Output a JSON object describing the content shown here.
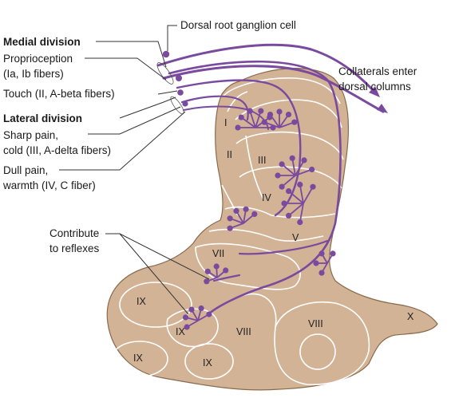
{
  "labels": {
    "drg": "Dorsal root ganglion cell",
    "medial_division": "Medial division",
    "proprioception_1": "Proprioception",
    "proprioception_2": "(Ia, Ib fibers)",
    "touch": "Touch (II, A-beta fibers)",
    "lateral_division": "Lateral division",
    "sharp_pain_1": "Sharp pain,",
    "sharp_pain_2": "cold (III, A-delta fibers)",
    "dull_pain_1": "Dull pain,",
    "dull_pain_2": "warmth (IV, C fiber)",
    "collaterals_1": "Collaterals enter",
    "collaterals_2": "dorsal columns",
    "reflexes_1": "Contribute",
    "reflexes_2": "to reflexes"
  },
  "laminae": {
    "i": "I",
    "ii": "II",
    "iii": "III",
    "iv": "IV",
    "v": "V",
    "vii": "VII",
    "viii_left": "VIII",
    "viii_right": "VIII",
    "ix_top": "IX",
    "ix_mid": "IX",
    "ix_bottom_left": "IX",
    "ix_bottom_right": "IX",
    "x": "X"
  },
  "colors": {
    "gray_matter": "#d2b396",
    "gray_matter_outline": "#8a6a4c",
    "fiber": "#7a4a9e",
    "lamina_border": "#ffffff"
  }
}
